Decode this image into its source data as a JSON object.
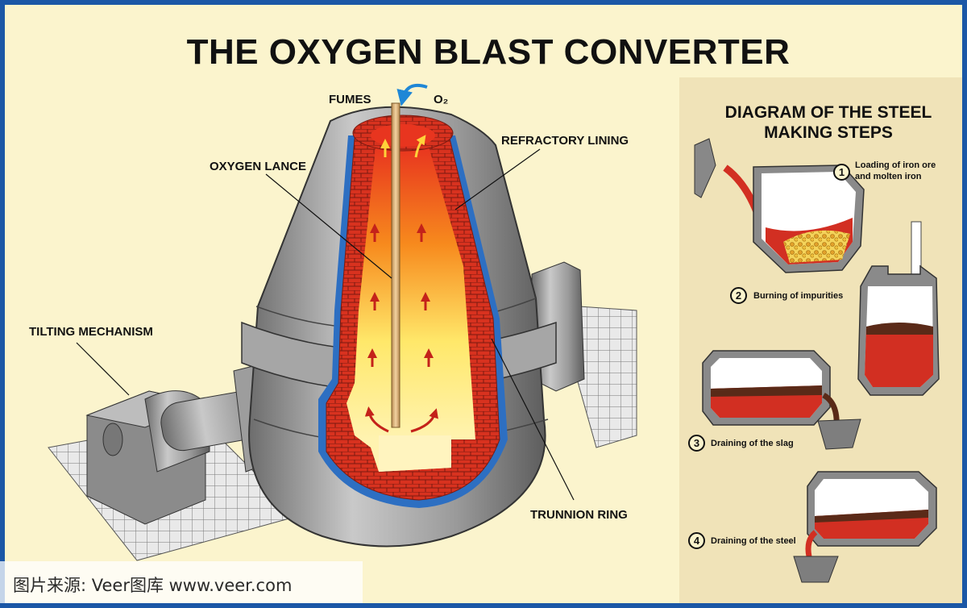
{
  "title": "THE OXYGEN BLAST CONVERTER",
  "labels": {
    "fumes": "FUMES",
    "o2": "O₂",
    "oxygen_lance": "OXYGEN LANCE",
    "refractory_lining": "REFRACTORY LINING",
    "tilting_mechanism": "TILTING MECHANISM",
    "trunnion_ring": "TRUNNION RING"
  },
  "steps_panel": {
    "title": "DIAGRAM OF THE STEEL MAKING STEPS",
    "steps": [
      {
        "num": "1",
        "text": "Loading of iron ore and molten iron"
      },
      {
        "num": "2",
        "text": "Burning of impurities"
      },
      {
        "num": "3",
        "text": "Draining of the slag"
      },
      {
        "num": "4",
        "text": "Draining of the steel"
      }
    ]
  },
  "watermark": "图片来源: Veer图库 www.veer.com",
  "colors": {
    "background": "#fbf4cd",
    "border": "#1b57a6",
    "panel": "#f0e3b8",
    "steel_gray": "#9a9a9a",
    "brick_red": "#d22f22",
    "flame_yellow": "#ffe25a",
    "lining_blue": "#2d6fc2"
  }
}
